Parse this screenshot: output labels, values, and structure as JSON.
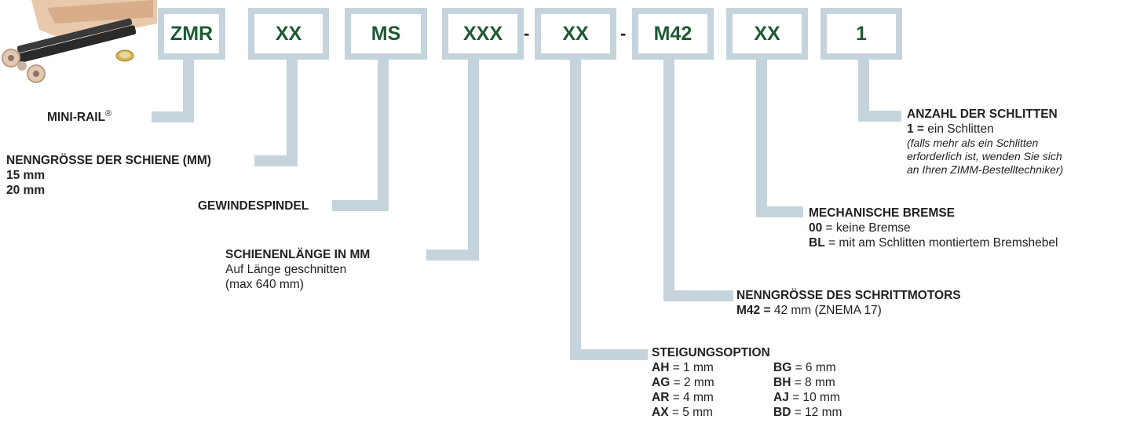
{
  "code_boxes": [
    {
      "id": "zmr",
      "text": "ZMR"
    },
    {
      "id": "size",
      "text": "XX"
    },
    {
      "id": "ms",
      "text": "MS"
    },
    {
      "id": "length",
      "text": "XXX"
    },
    {
      "id": "pitch",
      "text": "XX"
    },
    {
      "id": "motor",
      "text": "M42"
    },
    {
      "id": "brake",
      "text": "XX"
    },
    {
      "id": "carriages",
      "text": "1"
    }
  ],
  "separators": [
    "-",
    "-"
  ],
  "legend": {
    "mini_rail": {
      "title": "MINI-RAIL",
      "reg": "®"
    },
    "rail_size": {
      "title": "NENNGRÖSSE DER SCHIENE (MM)",
      "lines": [
        "15 mm",
        "20 mm"
      ]
    },
    "spindle": {
      "title": "GEWINDESPINDEL"
    },
    "rail_length": {
      "title": "SCHIENENLÄNGE IN MM",
      "lines": [
        "Auf Länge geschnitten",
        "(max 640 mm)"
      ]
    },
    "pitch": {
      "title": "STEIGUNGSOPTION",
      "left": [
        {
          "code": "AH",
          "value": "= 1 mm"
        },
        {
          "code": "AG",
          "value": "= 2 mm"
        },
        {
          "code": "AR",
          "value": "= 4 mm"
        },
        {
          "code": "AX",
          "value": "= 5 mm"
        }
      ],
      "right": [
        {
          "code": "BG",
          "value": "= 6 mm"
        },
        {
          "code": "BH",
          "value": "= 8 mm"
        },
        {
          "code": "AJ",
          "value": "= 10 mm"
        },
        {
          "code": "BD",
          "value": "= 12 mm"
        }
      ]
    },
    "motor": {
      "title": "NENNGRÖSSE DES SCHRITTMOTORS",
      "code": "M42 =",
      "value": " 42 mm (ZNEMA 17)"
    },
    "brake": {
      "title": "MECHANISCHE BREMSE",
      "items": [
        {
          "code": "00",
          "value": " = keine Bremse"
        },
        {
          "code": "BL",
          "value": " = mit am Schlitten montiertem Bremshebel"
        }
      ]
    },
    "carriages": {
      "title": "ANZAHL DER SCHLITTEN",
      "code": "1 =",
      "value": " ein Schlitten",
      "note": [
        "(falls mehr als ein Schlitten",
        "erforderlich ist, wenden Sie sich",
        "an Ihren ZIMM-Bestelltechniker)"
      ]
    }
  },
  "colors": {
    "box_border": "#c5d3dc",
    "code_text": "#1e5a32",
    "connector": "#c5d3dc"
  }
}
